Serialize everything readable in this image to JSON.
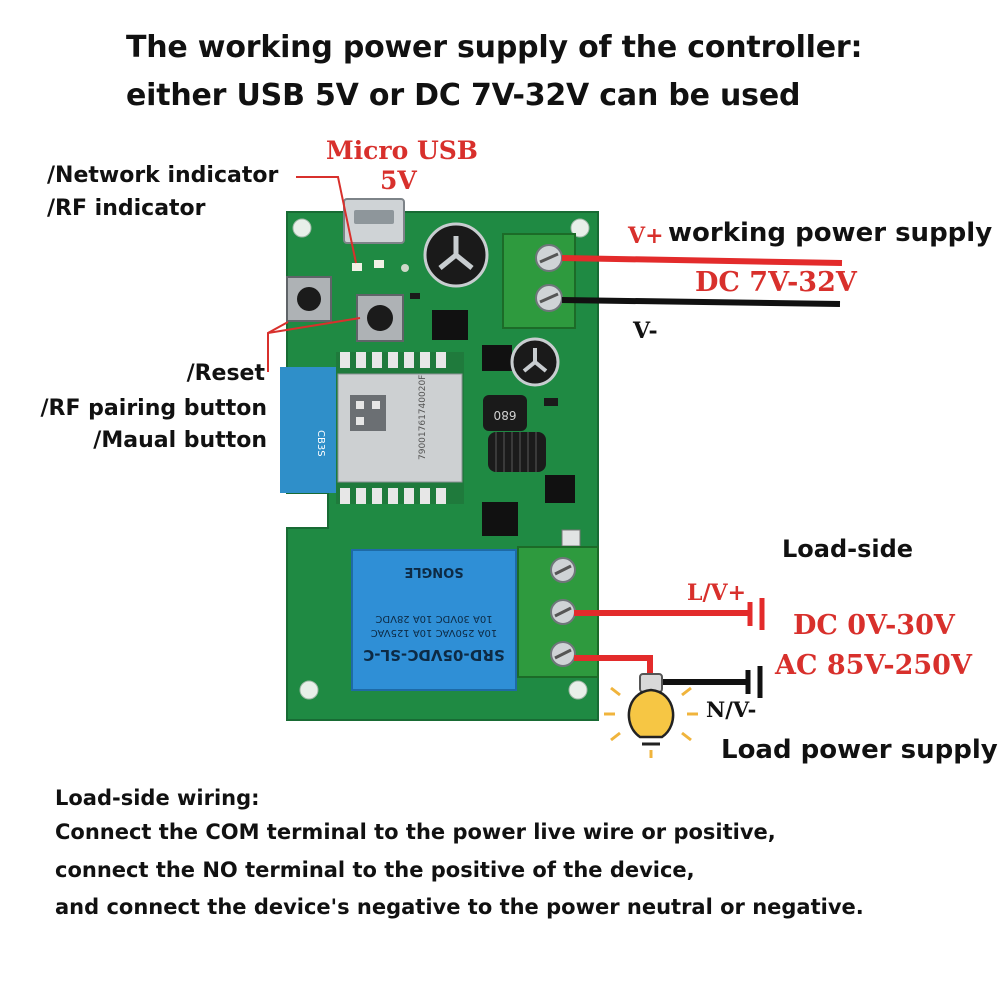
{
  "header": {
    "line1": "The working power supply of the controller:",
    "line2": "either USB 5V or DC 7V-32V can be used"
  },
  "labels": {
    "micro_usb": "Micro USB",
    "usb_5v": "5V",
    "network_indicator": "/Network indicator",
    "rf_indicator": "/RF indicator",
    "reset": "/Reset",
    "rf_pairing": "/RF pairing button",
    "manual": "/Maual button",
    "vplus": "V+",
    "working_power_supply": "working power supply",
    "dc_input": "DC 7V-32V",
    "vminus": "V-",
    "load_side": "Load-side",
    "lv_plus": "L/V+",
    "dc_load": "DC 0V-30V",
    "ac_load": "AC 85V-250V",
    "nv_minus": "N/V-",
    "load_power_supply": "Load power supply"
  },
  "board": {
    "module_print_1": "CB3S",
    "module_print_2": "79001761740020F",
    "relay_line1": "SRD-05VDC-SL-C",
    "relay_line2": "10A 250VAC  10A 125VAC",
    "relay_line3": "10A 30VDC  10A 28VDC",
    "relay_brand": "SONGLE",
    "inductor": "680"
  },
  "notes": {
    "title": "Load-side wiring:",
    "line1": "Connect the COM terminal to the power live wire or positive,",
    "line2": "connect the NO terminal to the positive of the device,",
    "line3": "and connect the device's negative to the power neutral or negative."
  },
  "colors": {
    "pcb": "#1f8a43",
    "terminal": "#2e9a3e",
    "relay": "#2f8fd6",
    "wire_red": "#e32b2b",
    "wire_black": "#111111",
    "label_red": "#d8302c",
    "bulb": "#f6c644"
  }
}
